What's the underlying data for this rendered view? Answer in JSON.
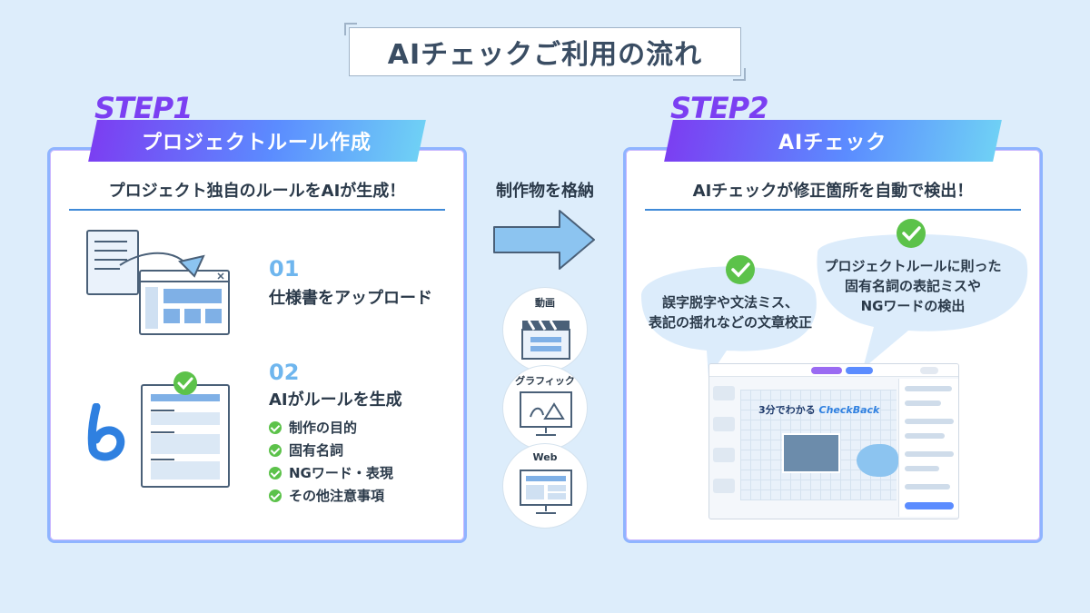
{
  "title": "AIチェックご利用の流れ",
  "step1": {
    "label": "STEP1",
    "banner": "プロジェクトルール作成",
    "subtitle": "プロジェクト独自のルールをAIが生成！",
    "items": [
      {
        "num": "01",
        "head": "仕様書をアップロード"
      },
      {
        "num": "02",
        "head": "AIがルールを生成"
      }
    ],
    "bullets": [
      "制作の目的",
      "固有名詞",
      "NGワード・表現",
      "その他注意事項"
    ]
  },
  "middle": {
    "label": "制作物を格納",
    "media": [
      "動画",
      "グラフィック",
      "Web"
    ]
  },
  "step2": {
    "label": "STEP2",
    "banner": "AIチェック",
    "subtitle": "AIチェックが修正箇所を自動で検出！",
    "bubble_left": [
      "誤字脱字や文法ミス、",
      "表記の揺れなどの文章校正"
    ],
    "bubble_right": [
      "プロジェクトルールに則った",
      "固有名詞の表記ミスや",
      "NGワードの検出"
    ],
    "screenshot_title_prefix": "3分でわかる",
    "screenshot_title_brand": "CheckBack"
  },
  "colors": {
    "accent_purple": "#7b3ff2",
    "accent_blue": "#3f8ad8",
    "check_green": "#5cc24a",
    "background": "#ddedfb"
  },
  "icons": [
    "document-upload-icon",
    "checkback-logo-icon",
    "rule-document-icon",
    "check-icon",
    "clapperboard-icon",
    "graphic-monitor-icon",
    "web-monitor-icon",
    "right-arrow-icon"
  ]
}
